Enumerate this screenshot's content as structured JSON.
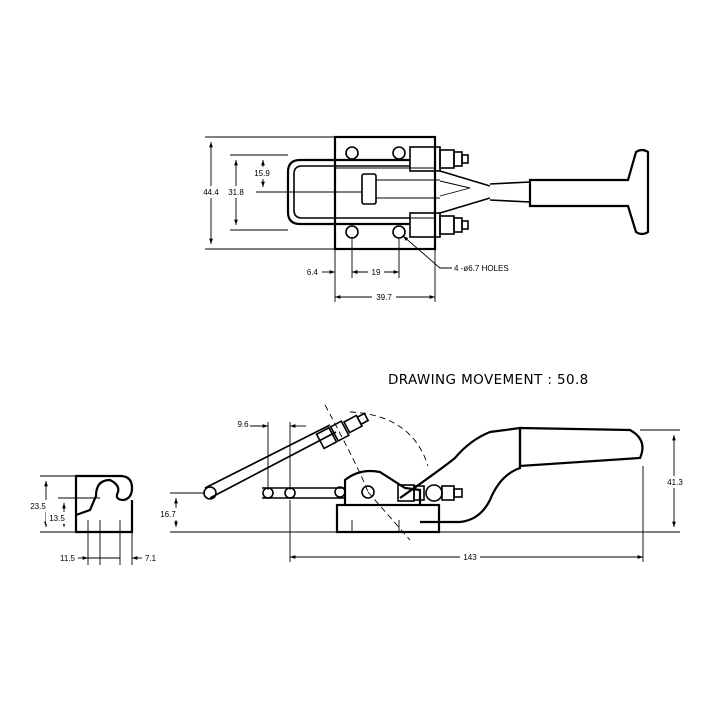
{
  "diagram": {
    "title_label": "DRAWING MOVEMENT : 50.8",
    "top_view": {
      "dim_overall_height": "44.4",
      "dim_loop_height": "31.8",
      "dim_loop_half": "15.9",
      "dim_hole_edge": "6.4",
      "dim_hole_spacing": "19",
      "dim_base_width": "39.7",
      "holes_note": "4 -ø6.7 HOLES"
    },
    "side_view": {
      "dim_hook_offset": "9.6",
      "dim_hook_height": "16.7",
      "dim_overall_length": "143",
      "dim_overall_height": "41.3"
    },
    "catch_plate": {
      "dim_height": "23.5",
      "dim_hook_height": "13.5",
      "dim_left": "11.5",
      "dim_right": "7.1"
    }
  }
}
